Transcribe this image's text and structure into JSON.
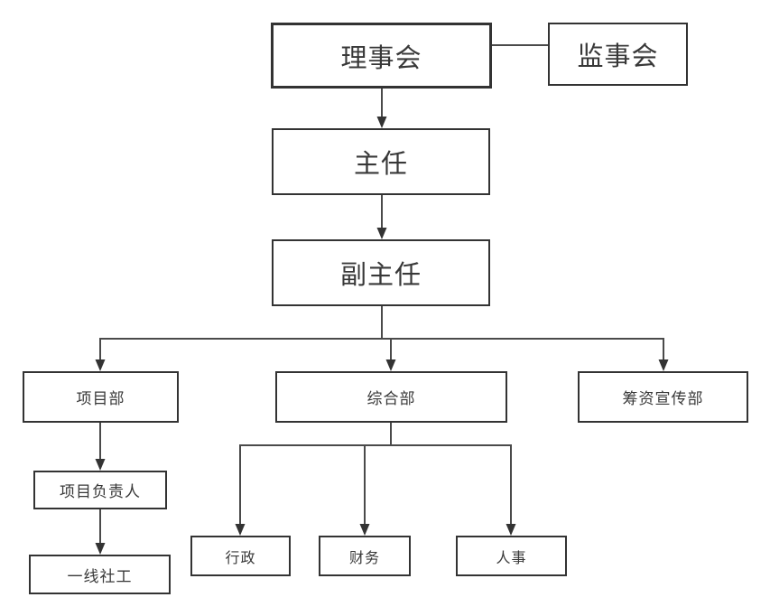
{
  "diagram": {
    "type": "org-chart",
    "nodes": {
      "board": {
        "label": "理事会"
      },
      "supervisory_board": {
        "label": "监事会"
      },
      "director": {
        "label": "主任"
      },
      "deputy_director": {
        "label": "副主任"
      },
      "project_dept": {
        "label": "项目部"
      },
      "general_dept": {
        "label": "综合部"
      },
      "fundraising_publicity_dept": {
        "label": "筹资宣传部"
      },
      "project_leader": {
        "label": "项目负责人"
      },
      "frontline_social_worker": {
        "label": "一线社工"
      },
      "administration": {
        "label": "行政"
      },
      "finance": {
        "label": "财务"
      },
      "human_resources": {
        "label": "人事"
      }
    },
    "edges": [
      {
        "from": "理事会",
        "to": "监事会",
        "arrow": false
      },
      {
        "from": "理事会",
        "to": "主任",
        "arrow": true
      },
      {
        "from": "主任",
        "to": "副主任",
        "arrow": true
      },
      {
        "from": "副主任",
        "to": "项目部",
        "arrow": true
      },
      {
        "from": "副主任",
        "to": "综合部",
        "arrow": true
      },
      {
        "from": "副主任",
        "to": "筹资宣传部",
        "arrow": true
      },
      {
        "from": "项目部",
        "to": "项目负责人",
        "arrow": true
      },
      {
        "from": "项目负责人",
        "to": "一线社工",
        "arrow": true
      },
      {
        "from": "综合部",
        "to": "行政",
        "arrow": true
      },
      {
        "from": "综合部",
        "to": "财务",
        "arrow": true
      },
      {
        "from": "综合部",
        "to": "人事",
        "arrow": true
      }
    ],
    "colors": {
      "background": "#ffffff",
      "node_fill": "#ffffff",
      "node_border": "#333333",
      "connector": "#4a4a4a",
      "arrowhead": "#333333",
      "text": "#383838"
    }
  }
}
